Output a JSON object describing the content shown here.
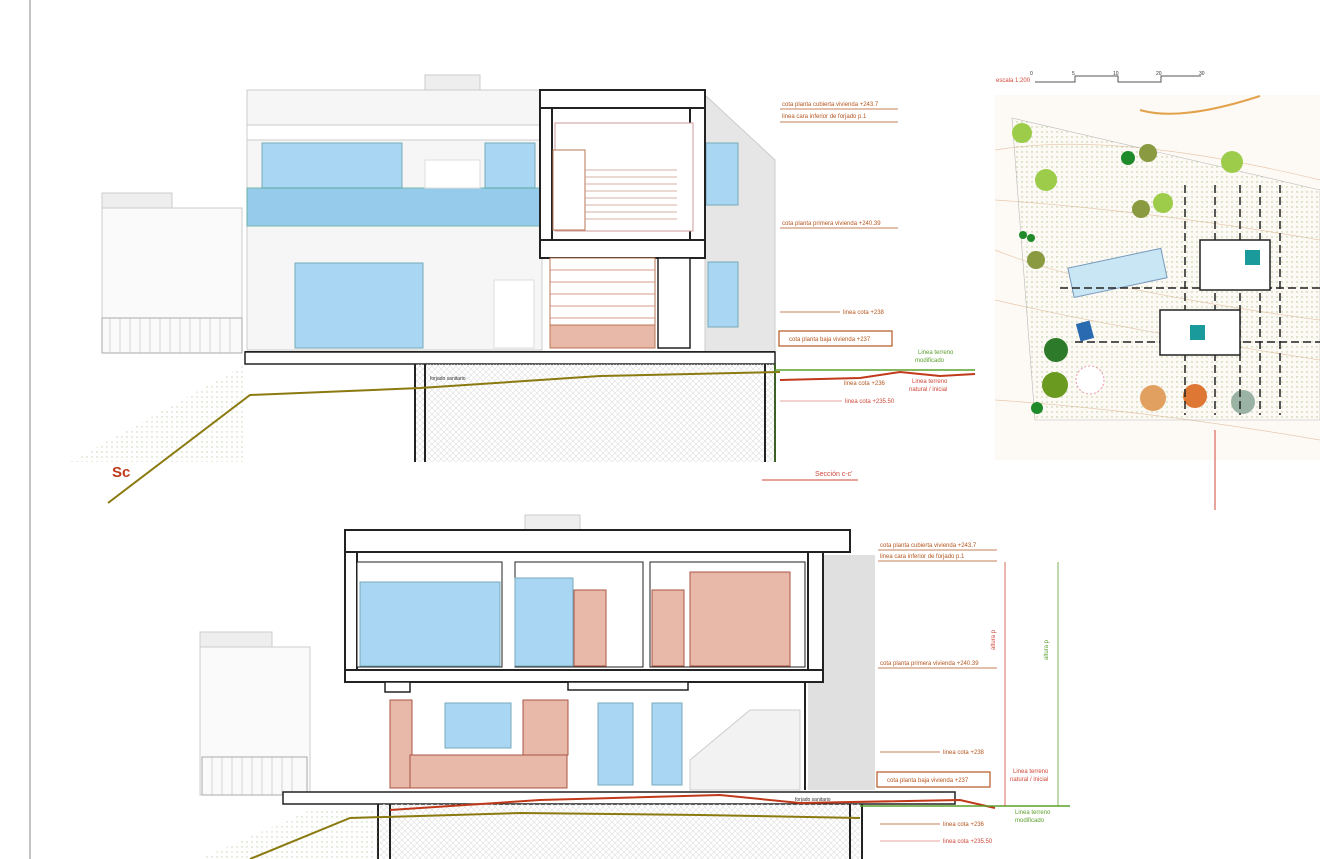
{
  "colors": {
    "glass": "#a9d6f2",
    "wood": "#e8b8a8",
    "dimension": "#b5561f",
    "terrain_natural": "#c0391b",
    "terrain_modified": "#5aa02c",
    "terrain_line": "#8a7a10",
    "structure": "#222222"
  },
  "upper_section": {
    "labels": {
      "roof": "cota planta cubierta vivienda +243.7",
      "slab": "linea cara inferior de forjado p.1",
      "first": "cota planta primera vivienda +240.39",
      "l238": "linea cota +238",
      "ground": "cota planta baja vivienda +237",
      "l236": "linea cota +236",
      "l235": "linea cota +235.50",
      "forjado": "forjado sanitario",
      "terrain_mod_1": "Linea terreno",
      "terrain_mod_2": "modificado",
      "terrain_nat_1": "Linea terreno",
      "terrain_nat_2": "natural / inicial",
      "section_title": "Sección c-c'",
      "sc": "Sc"
    }
  },
  "site_plan": {
    "scale_label": "escala 1:200",
    "scale_ticks": [
      "0",
      "5",
      "10",
      "20",
      "30"
    ]
  },
  "lower_section": {
    "labels": {
      "roof": "cota planta cubierta vivienda +243.7",
      "slab": "linea cara inferior de forjado p.1",
      "first": "cota planta primera vivienda +240.39",
      "l238": "linea cota +238",
      "ground": "cota planta baja vivienda +237",
      "l236": "linea cota +236",
      "l235": "linea cota +235.50",
      "forjado": "forjado sanitario",
      "terrain_mod_1": "Linea terreno",
      "terrain_mod_2": "modificado",
      "terrain_nat_1": "Linea terreno",
      "terrain_nat_2": "natural / inicial",
      "altura_nat": "altura p",
      "altura_mod": "altura p"
    }
  }
}
